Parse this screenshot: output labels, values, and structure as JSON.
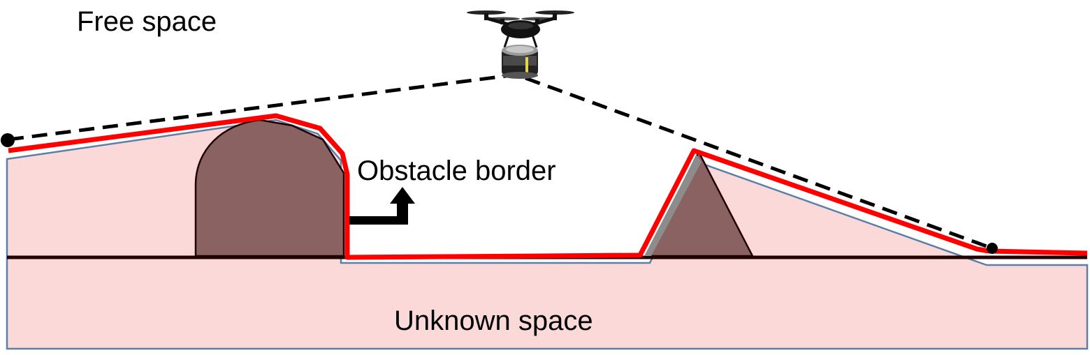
{
  "labels": {
    "free_space": "Free space",
    "obstacle_border": "Obstacle border",
    "unknown_space": "Unknown space"
  },
  "colors": {
    "unknown_fill": "#fcd9d9",
    "unknown_outline": "#5b80a8",
    "obstacle_fill": "#8a6262",
    "border_line": "#ff0000",
    "ray_line": "#000000",
    "ground_line": "#200000"
  },
  "icons": {
    "drone": "drone-icon",
    "lidar": "lidar-sensor-icon",
    "arrow": "arrow-up-right-icon"
  }
}
